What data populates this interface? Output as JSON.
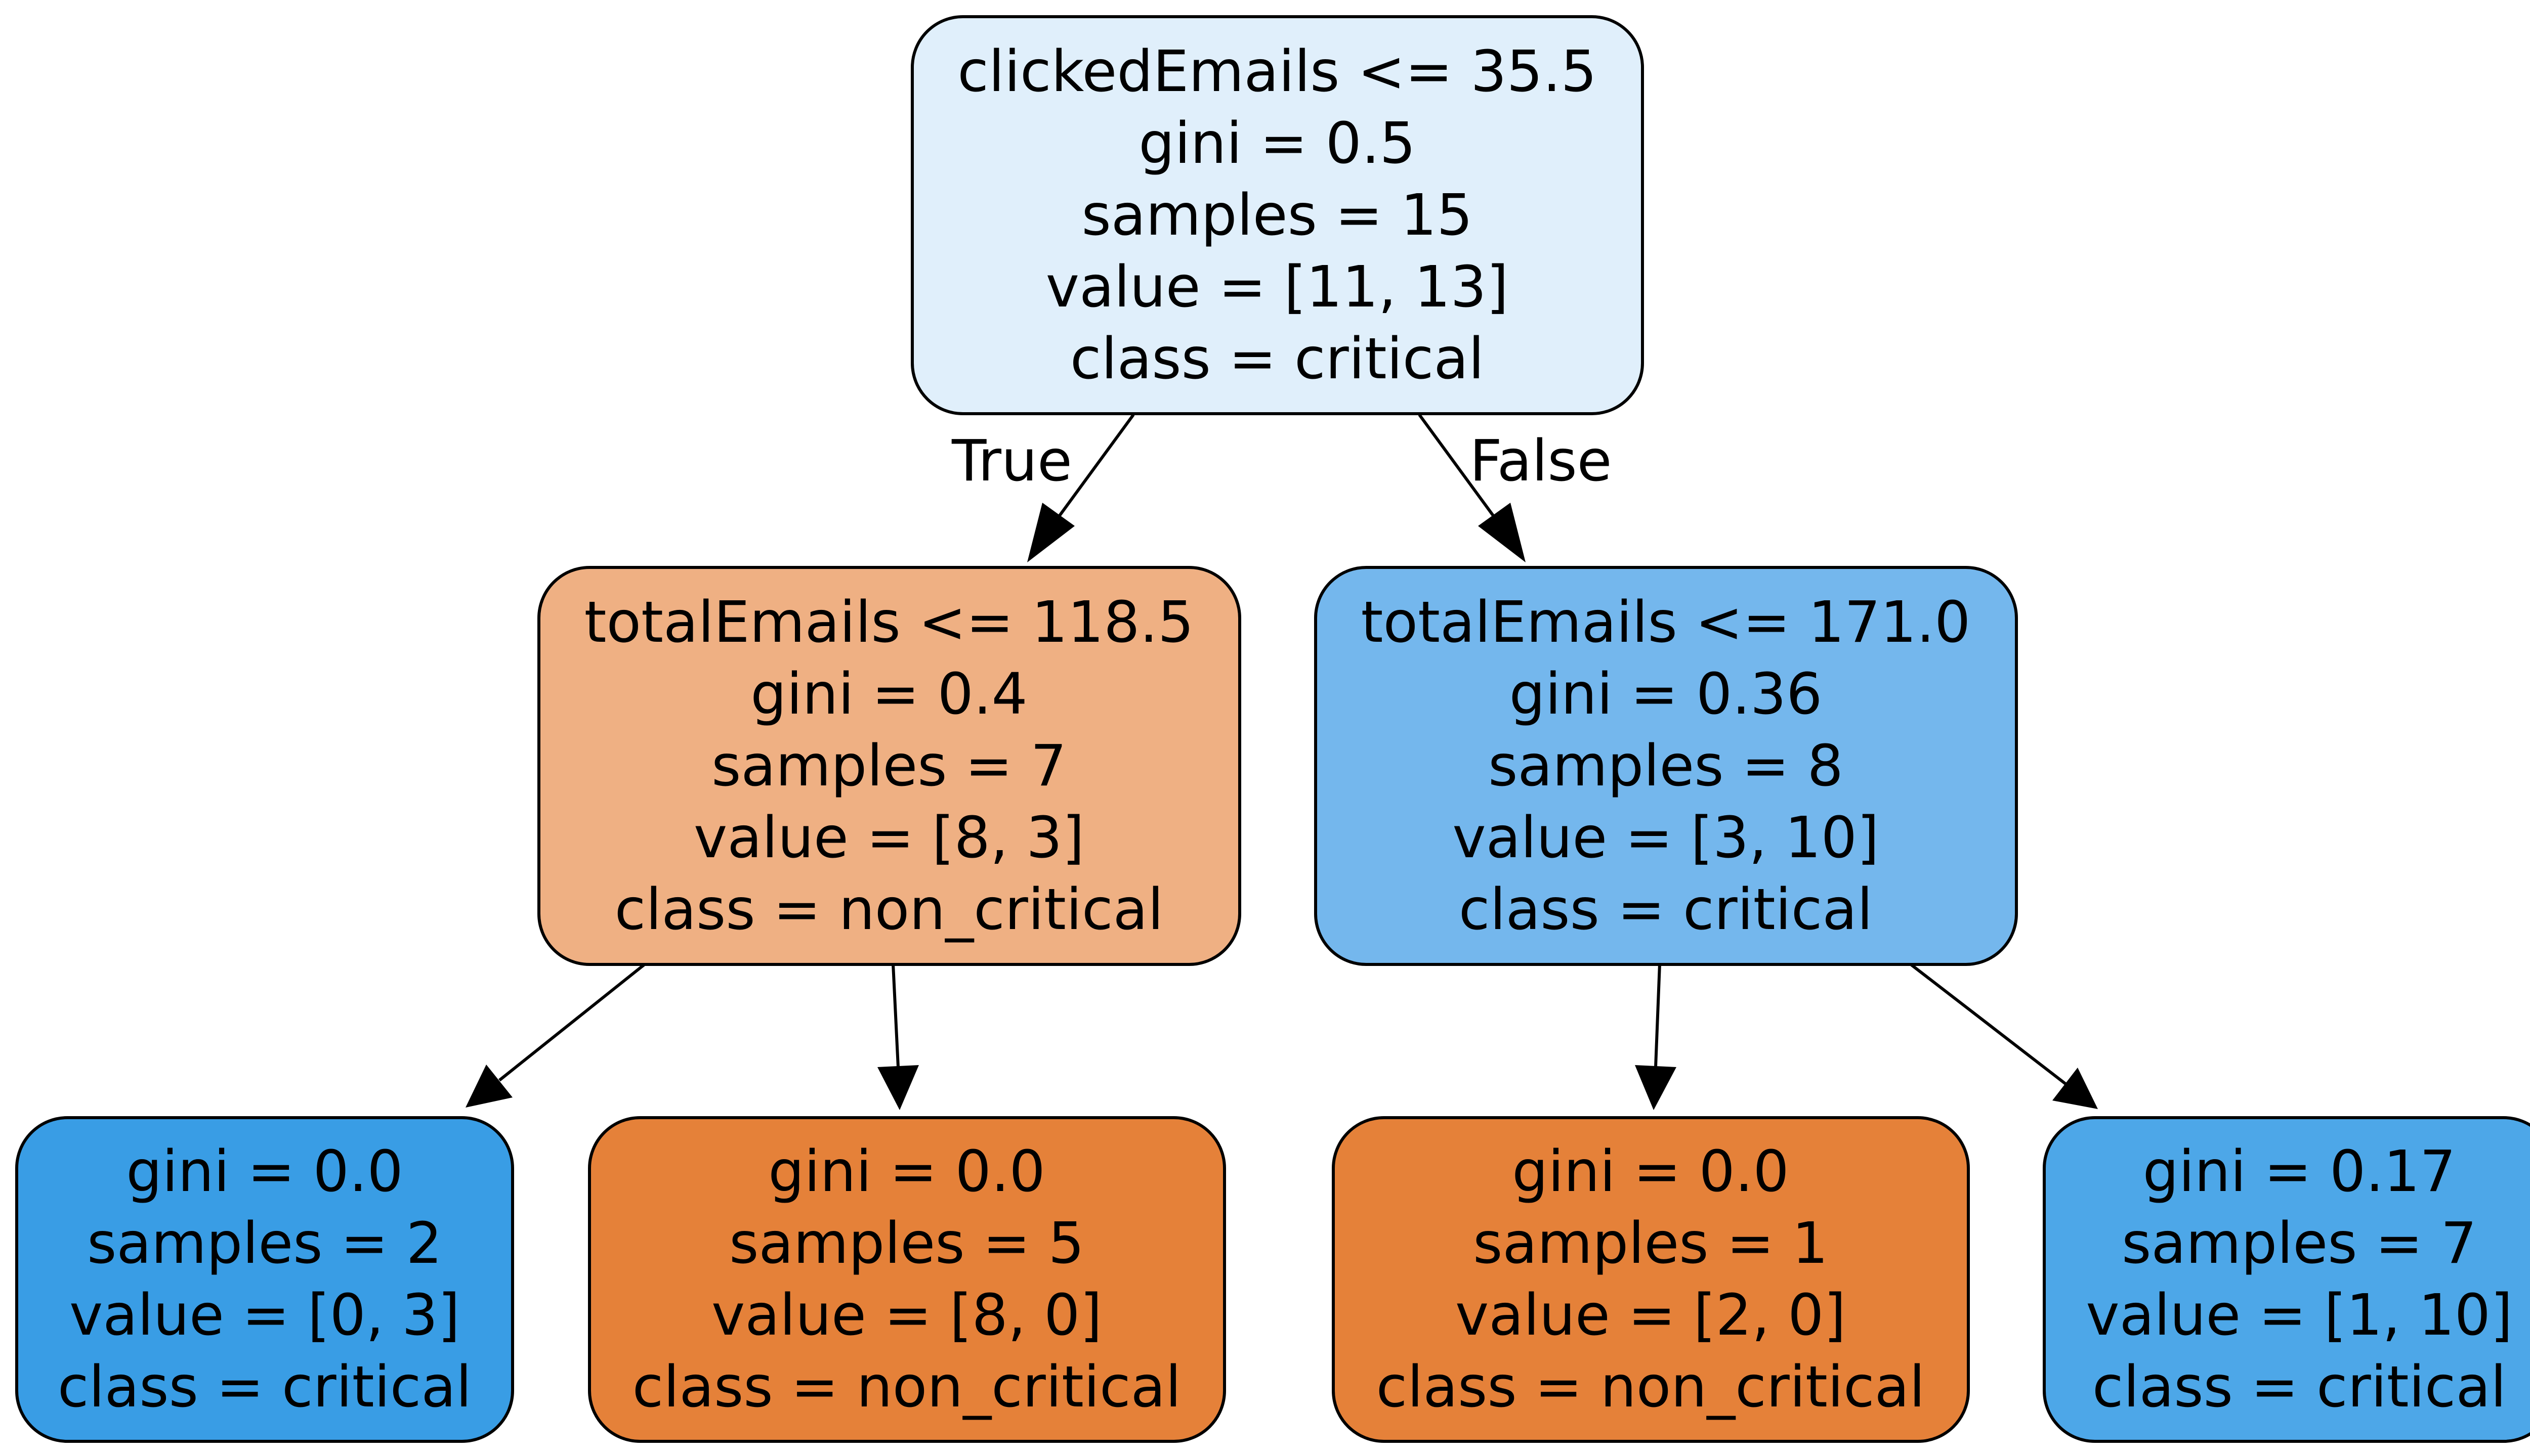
{
  "tree": {
    "nodes": {
      "root": {
        "lines": [
          "clickedEmails <= 35.5",
          "gini = 0.5",
          "samples = 15",
          "value = [11, 13]",
          "class = critical"
        ],
        "fill": "#e0effb"
      },
      "left": {
        "lines": [
          "totalEmails <= 118.5",
          "gini = 0.4",
          "samples = 7",
          "value = [8, 3]",
          "class = non_critical"
        ],
        "fill": "#efb083"
      },
      "right": {
        "lines": [
          "totalEmails <= 171.0",
          "gini = 0.36",
          "samples = 8",
          "value = [3, 10]",
          "class = critical"
        ],
        "fill": "#74b7ed"
      },
      "leaf_ll": {
        "lines": [
          "gini = 0.0",
          "samples = 2",
          "value = [0, 3]",
          "class = critical"
        ],
        "fill": "#399de5"
      },
      "leaf_lr": {
        "lines": [
          "gini = 0.0",
          "samples = 5",
          "value = [8, 0]",
          "class = non_critical"
        ],
        "fill": "#e58139"
      },
      "leaf_rl": {
        "lines": [
          "gini = 0.0",
          "samples = 1",
          "value = [2, 0]",
          "class = non_critical"
        ],
        "fill": "#e58139"
      },
      "leaf_rr": {
        "lines": [
          "gini = 0.17",
          "samples = 7",
          "value = [1, 10]",
          "class = critical"
        ],
        "fill": "#4da7e8"
      }
    },
    "edge_labels": {
      "true": "True",
      "false": "False"
    },
    "edge_color": "#000000"
  }
}
